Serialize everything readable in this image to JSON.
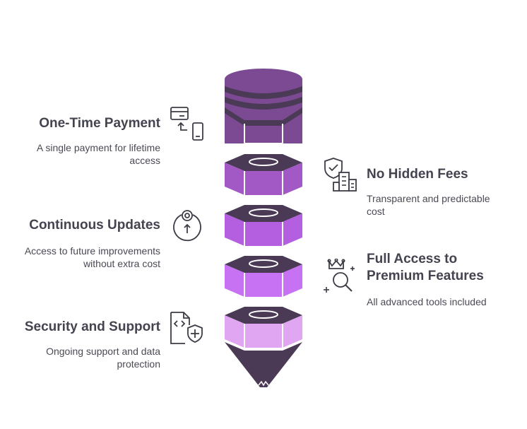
{
  "items": [
    {
      "title": "One-Time Payment",
      "description": "A single payment for lifetime access",
      "icon": "payment-transfer-icon",
      "side": "left"
    },
    {
      "title": "No Hidden Fees",
      "description": "Transparent and predictable cost",
      "icon": "shield-building-icon",
      "side": "right"
    },
    {
      "title": "Continuous Updates",
      "description": "Access to future improvements without extra cost",
      "icon": "update-upload-icon",
      "side": "left"
    },
    {
      "title": "Full Access to Premium Features",
      "description": "All advanced tools included",
      "icon": "crown-search-icon",
      "side": "right"
    },
    {
      "title": "Security and Support",
      "description": "Ongoing support and data protection",
      "icon": "code-shield-icon",
      "side": "left"
    }
  ],
  "colors": {
    "top_light": "#7b4a93",
    "top_dark": "#4b3a55",
    "seg1": "#a259c6",
    "seg2": "#b35fe0",
    "seg3": "#c772f2",
    "seg4": "#e0a6f2",
    "cone": "#4b3a55",
    "text_title": "#444450",
    "text_desc": "#4a4a55"
  }
}
